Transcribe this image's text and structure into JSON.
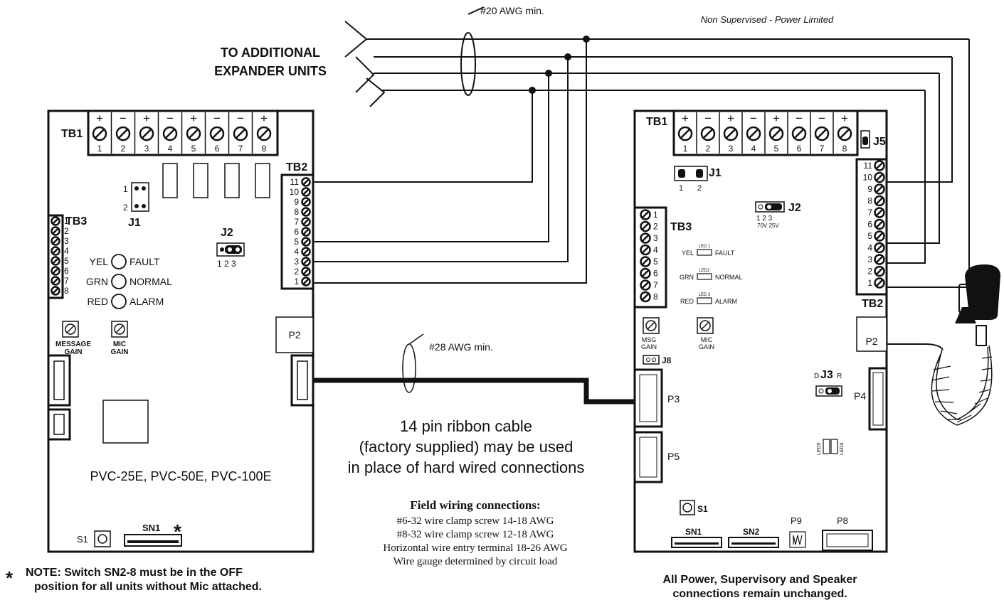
{
  "header": {
    "wire_gauge_top": "#20 AWG min.",
    "supervision_note": "Non Supervised - Power Limited",
    "expander_line1": "TO ADDITIONAL",
    "expander_line2": "EXPANDER UNITS"
  },
  "left_board": {
    "tb1_label": "TB1",
    "tb1_terminals": [
      "1",
      "2",
      "3",
      "4",
      "5",
      "6",
      "7",
      "8"
    ],
    "tb1_polarity": [
      "+",
      "−",
      "+",
      "−",
      "+",
      "−",
      "−",
      "+"
    ],
    "tb2_label": "TB2",
    "tb2_terminals": [
      "11",
      "10",
      "9",
      "8",
      "7",
      "6",
      "5",
      "4",
      "3",
      "2",
      "1"
    ],
    "tb3_label": "TB3",
    "tb3_terminals": [
      "1",
      "2",
      "3",
      "4",
      "5",
      "6",
      "7",
      "8"
    ],
    "j1_label": "J1",
    "j1_pins": [
      "1",
      "2"
    ],
    "j2_label": "J2",
    "j2_pins": "1 2 3",
    "leds": [
      {
        "color": "YEL",
        "state": "FAULT"
      },
      {
        "color": "GRN",
        "state": "NORMAL"
      },
      {
        "color": "RED",
        "state": "ALARM"
      }
    ],
    "message_gain_1": "MESSAGE",
    "message_gain_2": "GAIN",
    "mic_gain_1": "MIC",
    "mic_gain_2": "GAIN",
    "p2_label": "P2",
    "model": "PVC-25E, PVC-50E, PVC-100E",
    "s1_label": "S1",
    "sn1_label": "SN1",
    "asterisk": "*"
  },
  "right_board": {
    "tb1_label": "TB1",
    "tb1_terminals": [
      "1",
      "2",
      "3",
      "4",
      "5",
      "6",
      "7",
      "8"
    ],
    "tb1_polarity": [
      "+",
      "−",
      "+",
      "−",
      "+",
      "−",
      "−",
      "+"
    ],
    "j5_label": "J5",
    "j1_label": "J1",
    "j1_pins": [
      "1",
      "2"
    ],
    "j2_label": "J2",
    "j2_pins": "1  2  3",
    "j2_sub": "70V 25V",
    "tb2_label": "TB2",
    "tb2_terminals": [
      "11",
      "10",
      "9",
      "8",
      "7",
      "6",
      "5",
      "4",
      "3",
      "2",
      "1"
    ],
    "tb3_label": "TB3",
    "tb3_terminals": [
      "1",
      "2",
      "3",
      "4",
      "5",
      "6",
      "7",
      "8"
    ],
    "leds": [
      {
        "color": "YEL",
        "state": "FAULT",
        "tag": "LED 1"
      },
      {
        "color": "GRN",
        "state": "NORMAL",
        "tag": "LED2"
      },
      {
        "color": "RED",
        "state": "ALARM",
        "tag": "LED 3"
      }
    ],
    "msg_gain_1": "MSG",
    "msg_gain_2": "GAIN",
    "mic_gain_1": "MIC",
    "mic_gain_2": "GAIN",
    "j8_label": "J8",
    "p2_label": "P2",
    "j3_label": "J3",
    "j3_d": "D",
    "j3_r": "R",
    "p3_label": "P3",
    "p4_label": "P4",
    "p5_label": "P5",
    "led5": "LED5",
    "led4": "LED4",
    "s1_label": "S1",
    "sn1_label": "SN1",
    "sn2_label": "SN2",
    "p9_label": "P9",
    "p8_label": "P8"
  },
  "center": {
    "wire_gauge_mid": "#28 AWG min.",
    "ribbon_line1": "14 pin ribbon cable",
    "ribbon_line2": "(factory supplied) may be used",
    "ribbon_line3": "in place of hard wired connections",
    "field_title": "Field wiring connections:",
    "field_lines": [
      "#6-32 wire clamp screw 14-18 AWG",
      "#8-32 wire clamp screw 12-18 AWG",
      "Horizontal wire entry terminal 18-26 AWG",
      "Wire gauge determined by circuit load"
    ]
  },
  "notes": {
    "left_star": "*",
    "left_line1": "NOTE: Switch SN2-8 must be in the OFF",
    "left_line2": "position for all units without Mic attached.",
    "right_line1": "All Power, Supervisory and Speaker",
    "right_line2": "connections remain unchanged."
  }
}
